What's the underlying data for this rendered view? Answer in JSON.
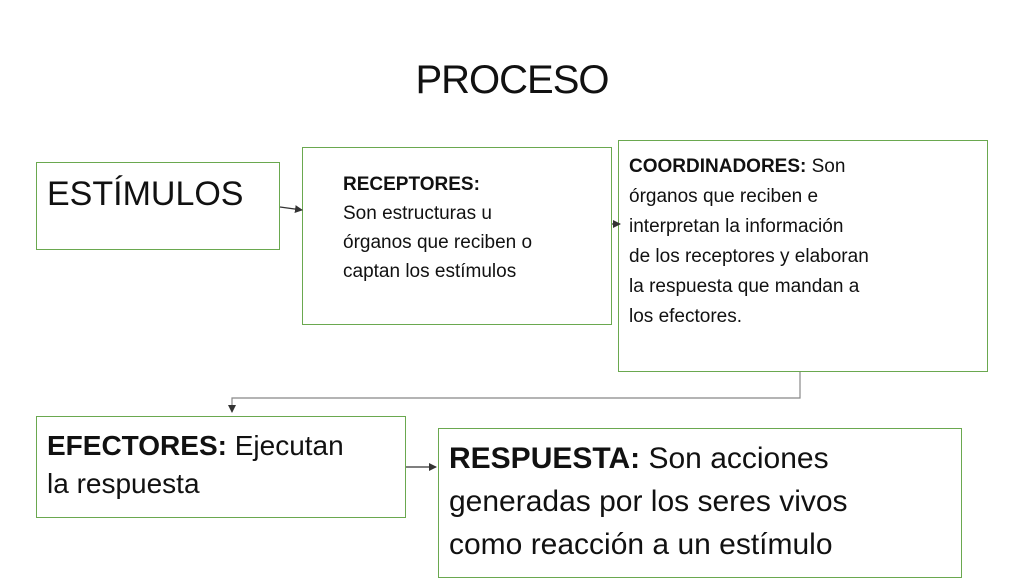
{
  "title": "PROCESO",
  "nodes": {
    "estimulos": {
      "label": "ESTÍMULOS"
    },
    "receptores": {
      "heading": "RECEPTORES:",
      "lines": [
        "Son estructuras u",
        "órganos que reciben o",
        "captan los estímulos"
      ]
    },
    "coordinadores": {
      "heading": "COORDINADORES:",
      "lines": [
        " Son",
        "órganos que reciben e",
        "interpretan la información",
        "de los receptores y elaboran",
        "la respuesta que mandan a",
        "los efectores."
      ]
    },
    "efectores": {
      "heading": "EFECTORES:",
      "lines": [
        " Ejecutan",
        "la respuesta"
      ]
    },
    "respuesta": {
      "heading": "RESPUESTA:",
      "lines": [
        " Son acciones",
        "generadas por los seres vivos",
        "como reacción a un estímulo"
      ]
    }
  },
  "colors": {
    "box_border": "#6aa84f",
    "arrow": "#333333",
    "connector": "#888888"
  }
}
